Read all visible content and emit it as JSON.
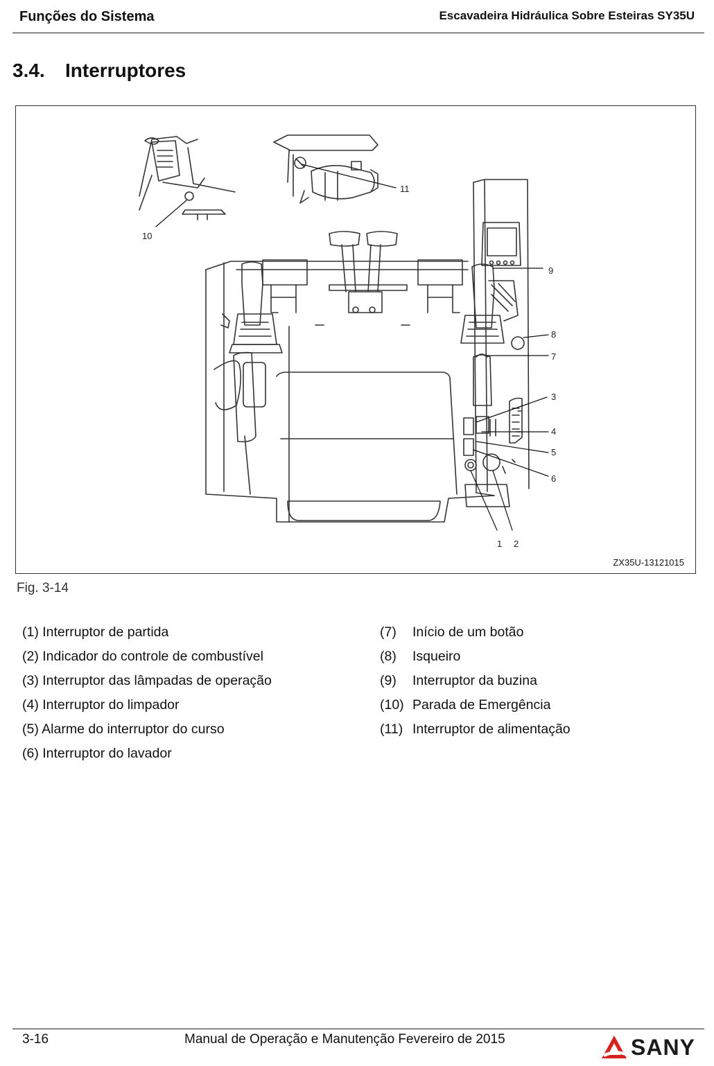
{
  "header": {
    "left_title": "Funções do Sistema",
    "right_title": "Escavadeira Hidráulica Sobre Esteiras SY35U"
  },
  "section": {
    "number": "3.4.",
    "title": "Interruptores"
  },
  "figure": {
    "code": "ZX35U-13121015",
    "caption": "Fig.  3-14",
    "callouts": [
      "1",
      "2",
      "3",
      "4",
      "5",
      "6",
      "7",
      "8",
      "9",
      "10",
      "11"
    ]
  },
  "legend_left": [
    "(1) Interruptor de partida",
    "(2) Indicador do controle de combustível",
    "(3) Interruptor das lâmpadas de operação",
    "(4) Interruptor do limpador",
    "(5) Alarme do interruptor do curso",
    "(6) Interruptor do lavador"
  ],
  "legend_right": [
    {
      "num": "(7)",
      "text": "Início de um botão"
    },
    {
      "num": "(8)",
      "text": "Isqueiro"
    },
    {
      "num": "(9)",
      "text": "Interruptor da buzina"
    },
    {
      "num": "(10)",
      "text": "Parada de Emergência"
    },
    {
      "num": "(11)",
      "text": "Interruptor de alimentação"
    }
  ],
  "footer": {
    "page": "3-16",
    "manual": "Manual de Operação e Manutenção Fevereiro de 2015",
    "logo_text": "SANY"
  },
  "colors": {
    "logo_red": "#d6231e",
    "line": "#222222"
  }
}
